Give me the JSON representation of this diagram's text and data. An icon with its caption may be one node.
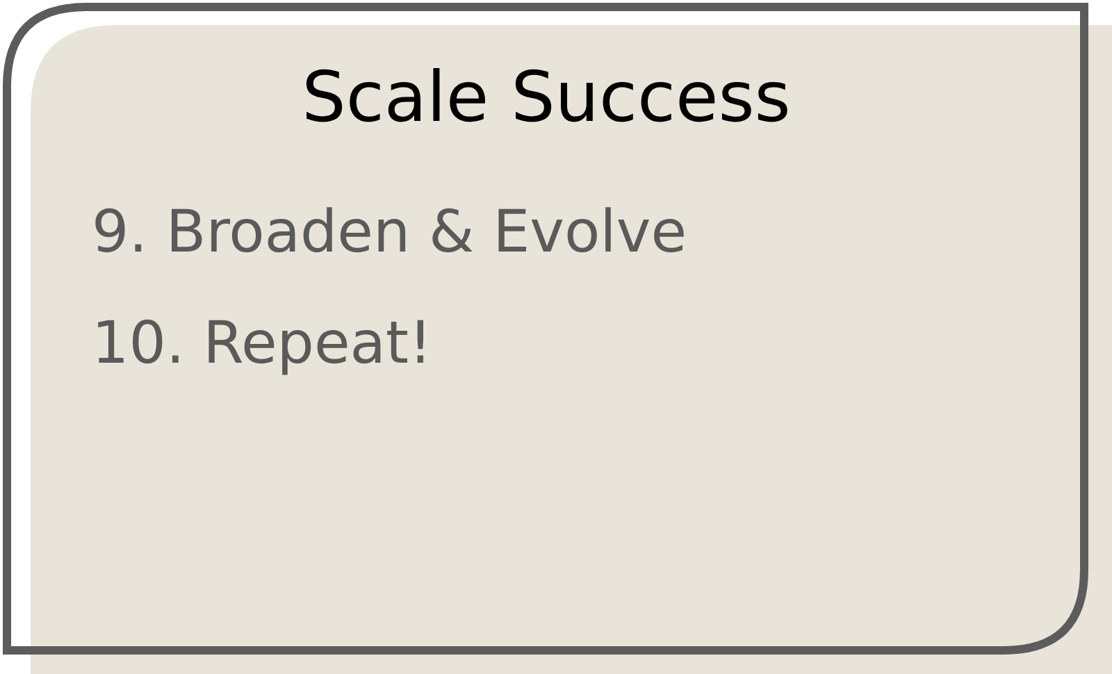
{
  "diagram": {
    "nodes": [
      {
        "text": [
          "Scale Success",
          "9. Broaden & Evolve",
          "10. Repeat!"
        ]
      }
    ]
  }
}
